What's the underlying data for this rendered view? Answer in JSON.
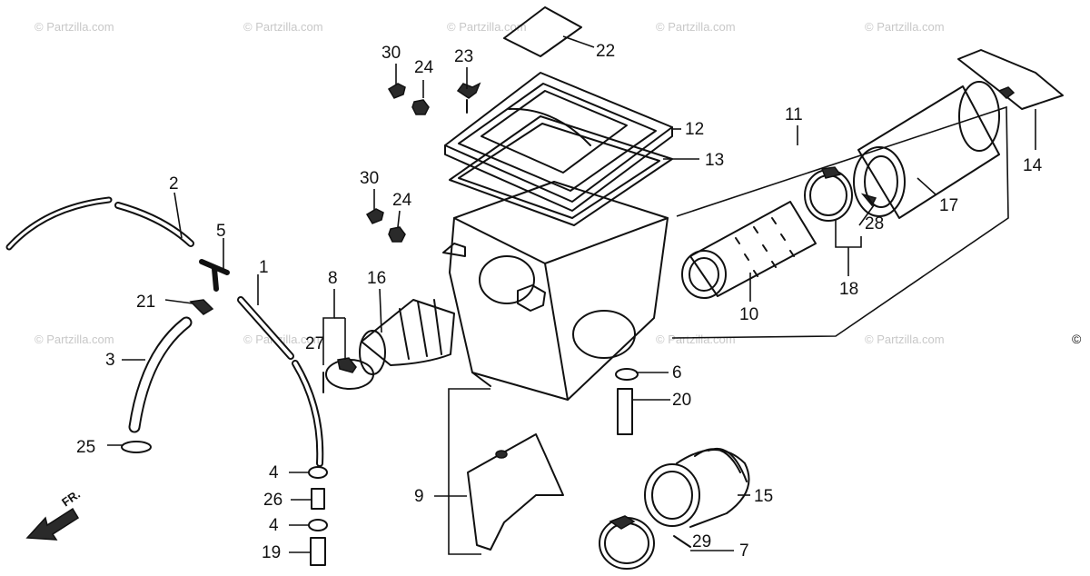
{
  "watermark": "© Partzilla.com",
  "watermark_edge": "©",
  "direction_label": "FR.",
  "callouts": {
    "c1": "1",
    "c2": "2",
    "c3": "3",
    "c4a": "4",
    "c4b": "4",
    "c5": "5",
    "c6": "6",
    "c7": "7",
    "c8": "8",
    "c9": "9",
    "c10": "10",
    "c11": "11",
    "c12": "12",
    "c13": "13",
    "c14": "14",
    "c15": "15",
    "c16": "16",
    "c17": "17",
    "c18": "18",
    "c19": "19",
    "c20": "20",
    "c21": "21",
    "c22": "22",
    "c23": "23",
    "c24a": "24",
    "c24b": "24",
    "c25": "25",
    "c26": "26",
    "c27": "27",
    "c28": "28",
    "c29": "29",
    "c30a": "30",
    "c30b": "30"
  }
}
